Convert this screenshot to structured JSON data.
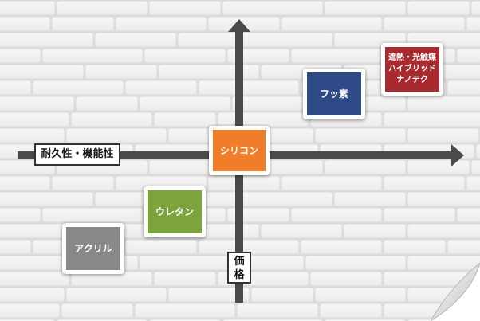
{
  "axes": {
    "horizontal_label": "耐久性・機能性",
    "vertical_label": [
      "価",
      "格"
    ]
  },
  "products": [
    {
      "id": "silicon",
      "lines": [
        "シリコン"
      ],
      "color": "#f07d2a"
    },
    {
      "id": "fusso",
      "lines": [
        "フッ素"
      ],
      "color": "#2d4a86"
    },
    {
      "id": "hybrid",
      "lines": [
        "遮熱・光触媒",
        "ハイブリッド",
        "ナノテク"
      ],
      "color": "#a82a2f"
    },
    {
      "id": "urethane",
      "lines": [
        "ウレタン"
      ],
      "color": "#7ba43d"
    },
    {
      "id": "acrylic",
      "lines": [
        "アクリル"
      ],
      "color": "#888888"
    }
  ]
}
